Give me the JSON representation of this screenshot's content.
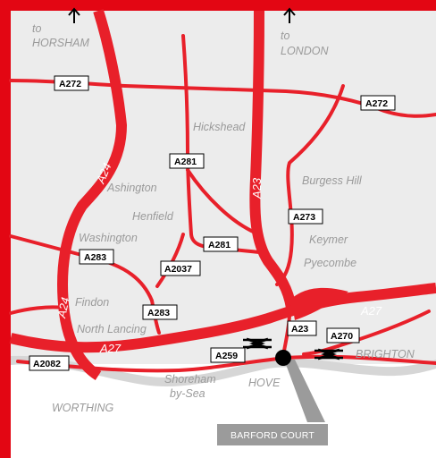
{
  "colors": {
    "frame": "#e30613",
    "road": "#e8202a",
    "land": "#ececec",
    "coast": "#d6d6d6",
    "callout": "#9b9b9b"
  },
  "directions": [
    {
      "prefix": "to",
      "place": "HORSHAM",
      "icon": "arrow-up-icon"
    },
    {
      "prefix": "to",
      "place": "LONDON",
      "icon": "arrow-up-icon"
    }
  ],
  "places": {
    "hickshead": "Hickshead",
    "ashington": "Ashington",
    "henfield": "Henfield",
    "washington": "Washington",
    "burgess_hill": "Burgess Hill",
    "keymer": "Keymer",
    "pyecombe": "Pyecombe",
    "findon": "Findon",
    "north_lancing": "North Lancing",
    "shoreham": "Shoreham",
    "shoreham_2": "by-Sea",
    "hove": "HOVE",
    "brighton": "BRIGHTON",
    "worthing": "WORTHING"
  },
  "road_labels": {
    "a272_left": "A272",
    "a272_right": "A272",
    "a281_top": "A281",
    "a281_mid": "A281",
    "a273": "A273",
    "a283_left": "A283",
    "a2037": "A2037",
    "a283_bottom": "A283",
    "a23_small": "A23",
    "a270": "A270",
    "a259": "A259",
    "a2082": "A2082"
  },
  "road_names": {
    "a24_upper": "A24",
    "a24_lower": "A24",
    "a23": "A23",
    "a27_left": "A27",
    "a27_right": "A27"
  },
  "icons": [
    "railway-station-icon",
    "railway-station-icon",
    "location-marker-icon"
  ],
  "callout": {
    "label": "BARFORD COURT"
  }
}
